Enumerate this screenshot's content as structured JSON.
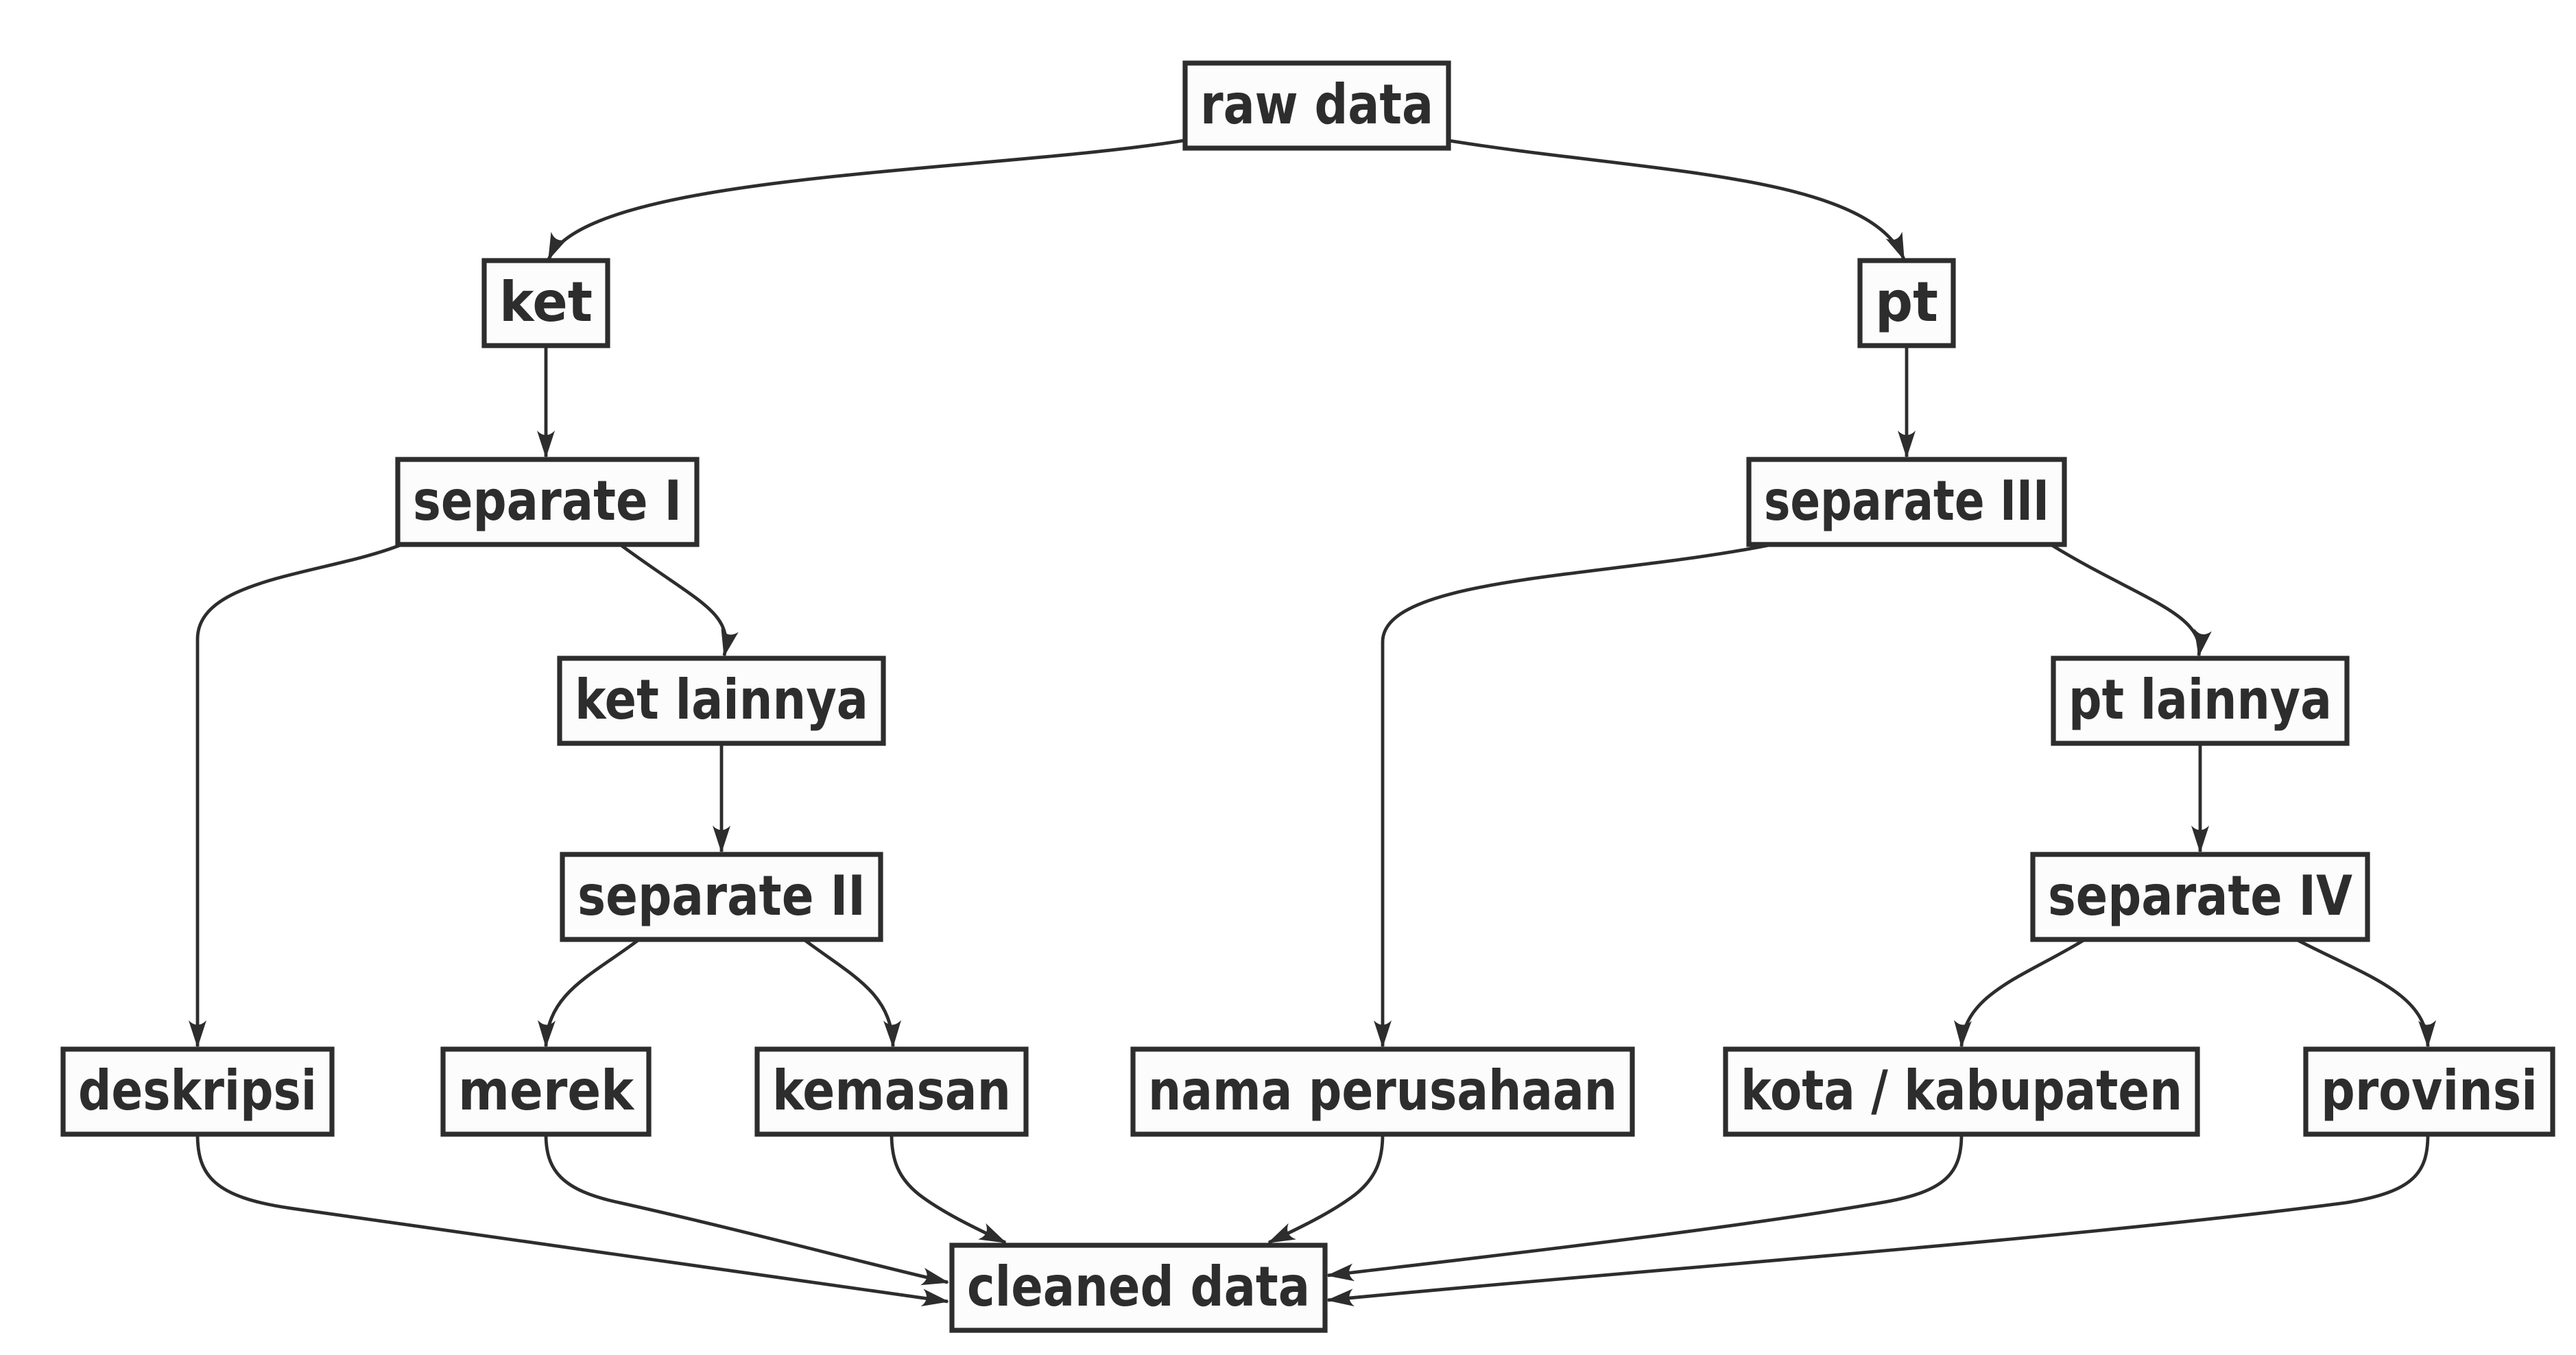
{
  "diagram_type": "flowchart",
  "nodes": {
    "raw_data": {
      "label": "raw data"
    },
    "ket": {
      "label": "ket"
    },
    "pt": {
      "label": "pt"
    },
    "separate_i": {
      "label": "separate I"
    },
    "separate_iii": {
      "label": "separate III"
    },
    "ket_lainnya": {
      "label": "ket lainnya"
    },
    "pt_lainnya": {
      "label": "pt lainnya"
    },
    "separate_ii": {
      "label": "separate II"
    },
    "separate_iv": {
      "label": "separate IV"
    },
    "deskripsi": {
      "label": "deskripsi"
    },
    "merek": {
      "label": "merek"
    },
    "kemasan": {
      "label": "kemasan"
    },
    "nama_perusahaan": {
      "label": "nama perusahaan"
    },
    "kota_kabupaten": {
      "label": "kota / kabupaten"
    },
    "provinsi": {
      "label": "provinsi"
    },
    "cleaned_data": {
      "label": "cleaned data"
    }
  },
  "edges": [
    {
      "from": "raw data",
      "to": "ket"
    },
    {
      "from": "raw data",
      "to": "pt"
    },
    {
      "from": "ket",
      "to": "separate I"
    },
    {
      "from": "pt",
      "to": "separate III"
    },
    {
      "from": "separate I",
      "to": "deskripsi"
    },
    {
      "from": "separate I",
      "to": "ket lainnya"
    },
    {
      "from": "ket lainnya",
      "to": "separate II"
    },
    {
      "from": "separate II",
      "to": "merek"
    },
    {
      "from": "separate II",
      "to": "kemasan"
    },
    {
      "from": "separate III",
      "to": "nama perusahaan"
    },
    {
      "from": "separate III",
      "to": "pt lainnya"
    },
    {
      "from": "pt lainnya",
      "to": "separate IV"
    },
    {
      "from": "separate IV",
      "to": "kota / kabupaten"
    },
    {
      "from": "separate IV",
      "to": "provinsi"
    },
    {
      "from": "deskripsi",
      "to": "cleaned data"
    },
    {
      "from": "merek",
      "to": "cleaned data"
    },
    {
      "from": "kemasan",
      "to": "cleaned data"
    },
    {
      "from": "nama perusahaan",
      "to": "cleaned data"
    },
    {
      "from": "kota / kabupaten",
      "to": "cleaned data"
    },
    {
      "from": "provinsi",
      "to": "cleaned data"
    }
  ],
  "colors": {
    "ink": "#2d2d2d",
    "node_fill": "#fcfcfc",
    "background": "#ffffff"
  }
}
